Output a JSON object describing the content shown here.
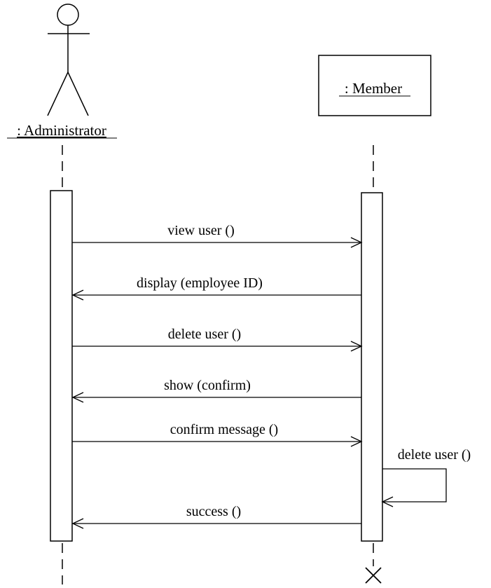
{
  "participants": {
    "administrator": {
      "label": ": Administrator"
    },
    "member": {
      "label": ": Member"
    }
  },
  "messages": [
    {
      "label": "view user ()",
      "from": "administrator",
      "to": "member"
    },
    {
      "label": "display (employee ID)",
      "from": "member",
      "to": "administrator"
    },
    {
      "label": "delete user ()",
      "from": "administrator",
      "to": "member"
    },
    {
      "label": "show (confirm)",
      "from": "member",
      "to": "administrator"
    },
    {
      "label": "confirm message ()",
      "from": "administrator",
      "to": "member"
    },
    {
      "label": "delete user ()",
      "from": "member",
      "to": "member"
    },
    {
      "label": "success ()",
      "from": "member",
      "to": "administrator"
    }
  ]
}
